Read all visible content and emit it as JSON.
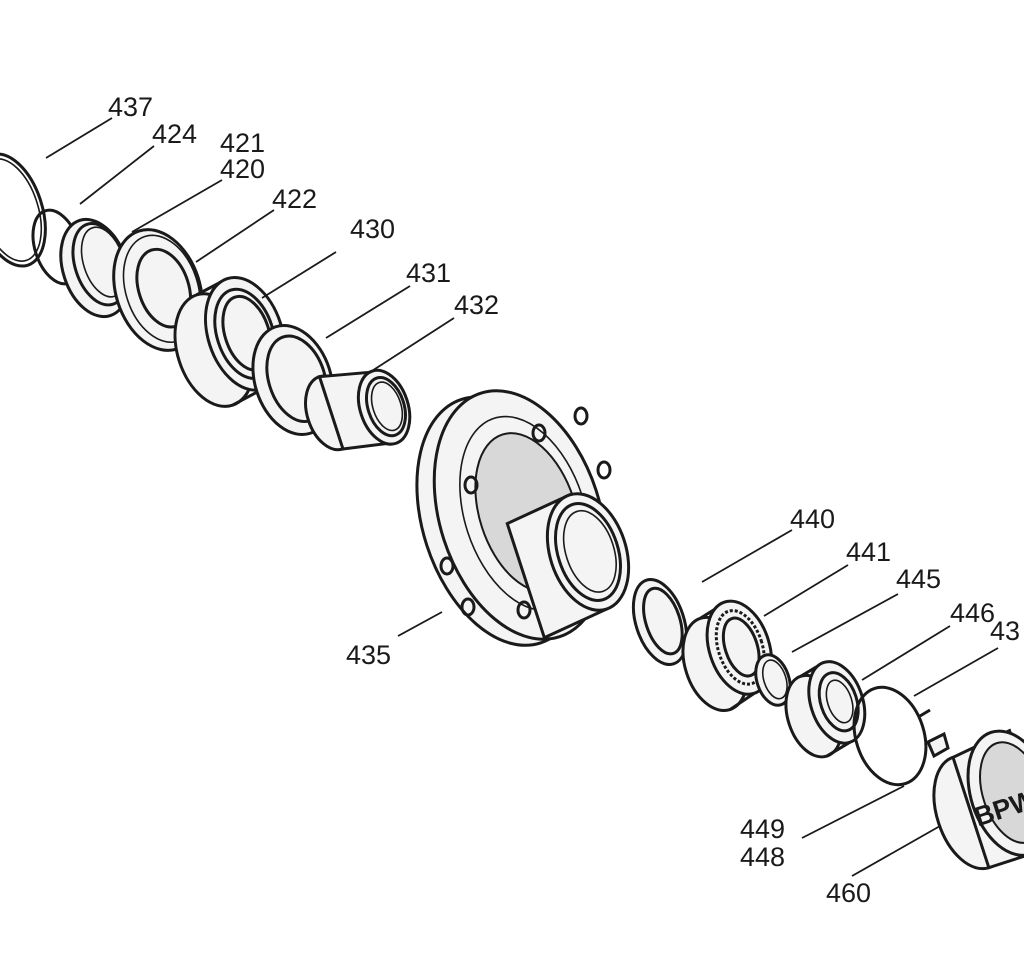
{
  "diagram": {
    "callouts": [
      {
        "id": "437",
        "label": "437"
      },
      {
        "id": "424",
        "label": "424"
      },
      {
        "id": "421",
        "label": "421"
      },
      {
        "id": "420",
        "label": "420"
      },
      {
        "id": "422",
        "label": "422"
      },
      {
        "id": "430",
        "label": "430"
      },
      {
        "id": "431",
        "label": "431"
      },
      {
        "id": "432",
        "label": "432"
      },
      {
        "id": "435",
        "label": "435"
      },
      {
        "id": "440",
        "label": "440"
      },
      {
        "id": "441",
        "label": "441"
      },
      {
        "id": "445",
        "label": "445"
      },
      {
        "id": "446",
        "label": "446"
      },
      {
        "id": "43x",
        "label": "43"
      },
      {
        "id": "449",
        "label": "449"
      },
      {
        "id": "448",
        "label": "448"
      },
      {
        "id": "460",
        "label": "460"
      }
    ],
    "hubcap_logo_text": "BPW"
  }
}
